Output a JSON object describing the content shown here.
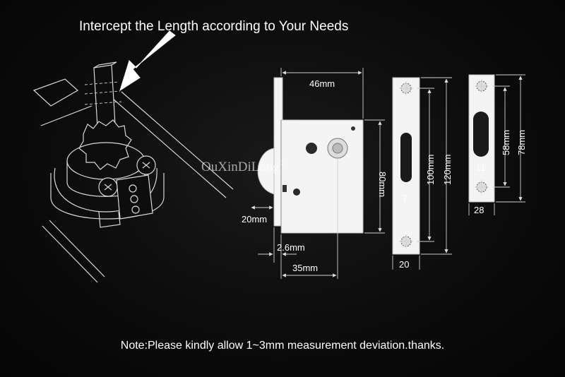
{
  "heading": "Intercept the Length according to Your Needs",
  "note": "Note:Please kindly allow 1~3mm measurement deviation.thanks.",
  "watermark": "OuXinDiLong",
  "watermark_mark": "®",
  "dimensions": {
    "body_width": "46mm",
    "body_height": "80mm",
    "latch": "20mm",
    "plate_thickness": "2.6mm",
    "backset": "35mm",
    "faceplate_slot": "7",
    "faceplate_inner": "100mm",
    "faceplate_outer": "120mm",
    "faceplate_width": "20",
    "strike_slot": "11",
    "strike_inner": "58mm",
    "strike_outer": "78mm",
    "strike_width": "28"
  },
  "colors": {
    "background": "#0b0b0b",
    "line": "#d8d8d8",
    "text": "#ffffff"
  }
}
